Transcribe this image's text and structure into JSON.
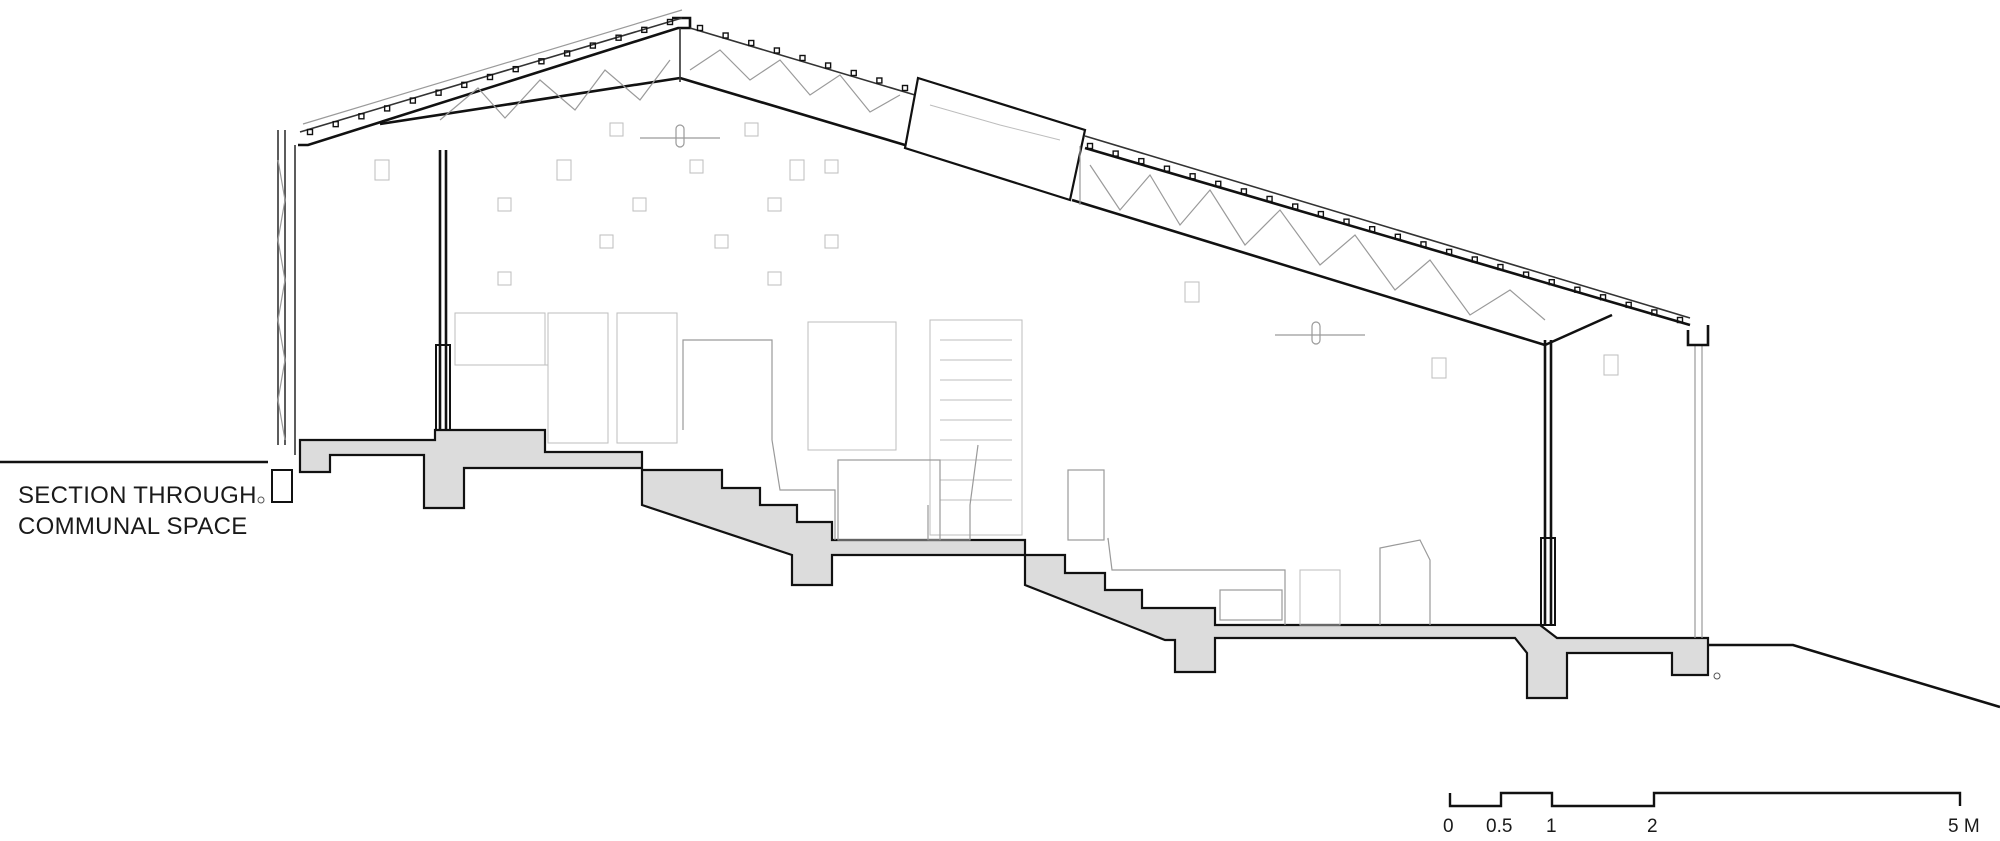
{
  "title": {
    "line1": "SECTION THROUGH",
    "line2": "COMMUNAL SPACE"
  },
  "scale_bar": {
    "labels": [
      "0",
      "0.5",
      "1",
      "2",
      "5 M"
    ]
  },
  "colors": {
    "ink": "#111111",
    "slab_fill": "#dcdcdc",
    "light_line": "#bdbdbd"
  }
}
